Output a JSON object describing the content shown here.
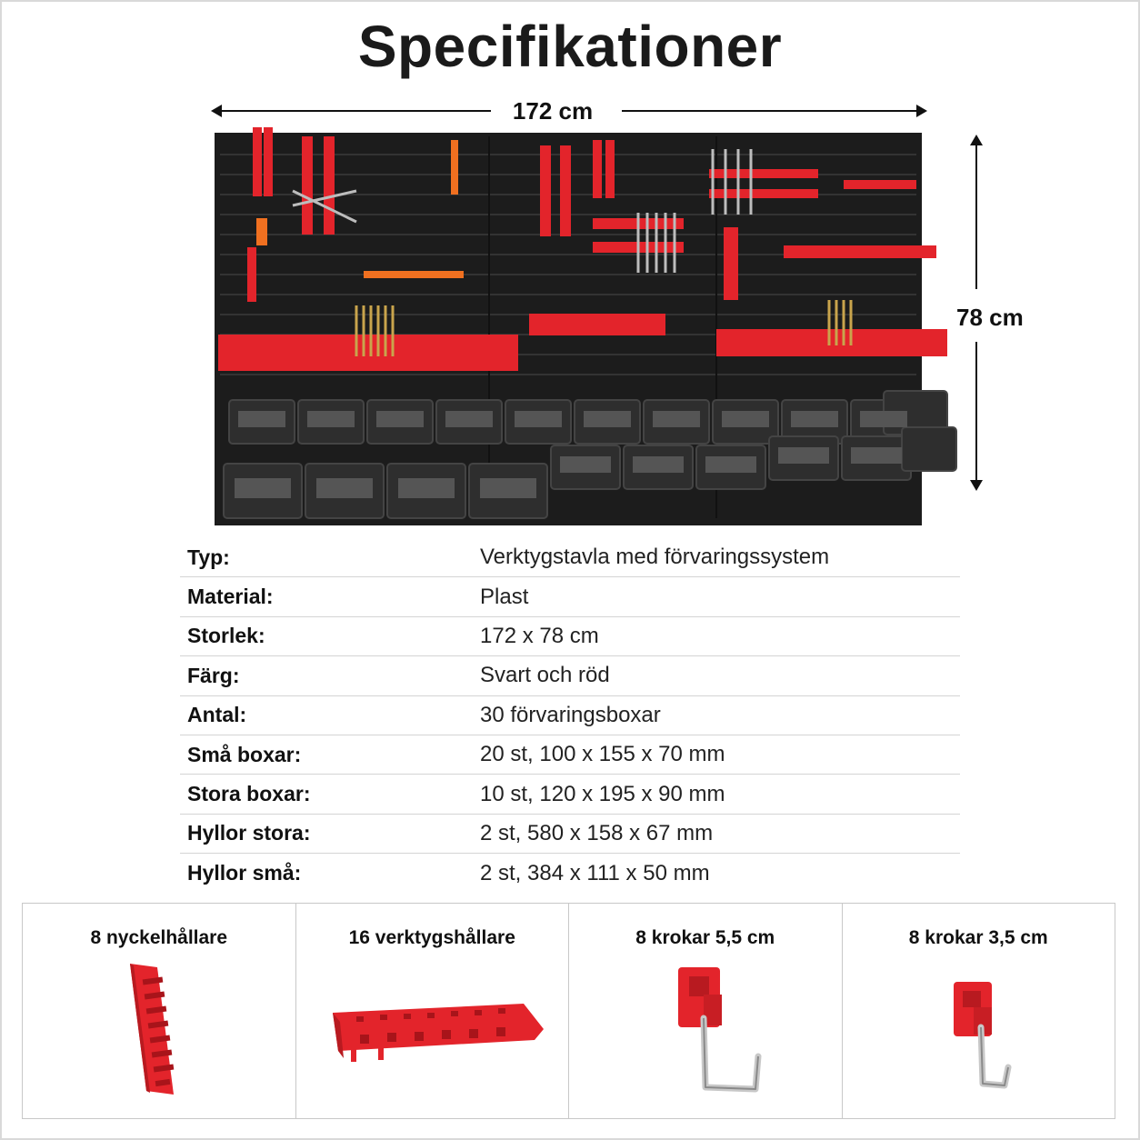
{
  "title": "Specifikationer",
  "dimensions": {
    "width_label": "172 cm",
    "height_label": "78 cm"
  },
  "specs": [
    {
      "key": "Typ:",
      "value": "Verktygstavla med förvaringssystem"
    },
    {
      "key": "Material:",
      "value": "Plast"
    },
    {
      "key": "Storlek:",
      "value": "172 x 78 cm"
    },
    {
      "key": "Färg:",
      "value": "Svart och röd"
    },
    {
      "key": "Antal:",
      "value": "30 förvaringsboxar"
    },
    {
      "key": "Små boxar:",
      "value": "20 st, 100 x 155 x 70 mm"
    },
    {
      "key": "Stora boxar:",
      "value": "10 st, 120 x 195 x 90 mm"
    },
    {
      "key": "Hyllor stora:",
      "value": "2 st, 580 x 158 x 67 mm"
    },
    {
      "key": "Hyllor små:",
      "value": "2 st, 384 x 111 x 50 mm"
    }
  ],
  "accessories": [
    {
      "label": "8 nyckelhållare",
      "icon": "wrench-holder-icon"
    },
    {
      "label": "16 verktygshållare",
      "icon": "tool-holder-icon"
    },
    {
      "label": "8 krokar 5,5 cm",
      "icon": "hook-large-icon"
    },
    {
      "label": "8 krokar 3,5 cm",
      "icon": "hook-small-icon"
    }
  ],
  "colors": {
    "accent_red": "#e3242b",
    "board_black": "#1c1c1c",
    "bin_grey": "#3a3a3a",
    "metal": "#c8c8c8"
  }
}
